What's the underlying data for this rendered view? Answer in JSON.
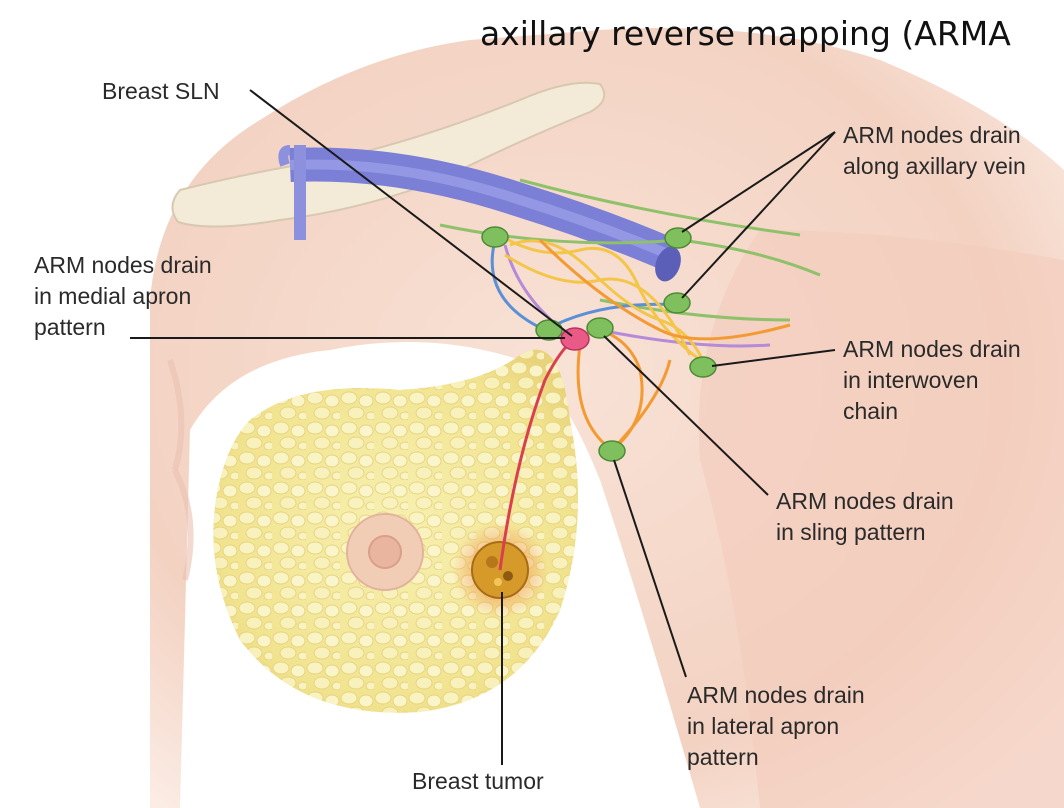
{
  "title": "axillary reverse mapping (ARMA",
  "labels": {
    "breast_sln": [
      "Breast SLN"
    ],
    "along_axillary_vein": [
      "ARM nodes drain",
      "along axillary vein"
    ],
    "medial_apron": [
      "ARM nodes drain",
      "in medial apron",
      "pattern"
    ],
    "interwoven_chain": [
      "ARM nodes drain",
      "in interwoven",
      "chain"
    ],
    "sling_pattern": [
      "ARM nodes drain",
      "in sling pattern"
    ],
    "lateral_apron": [
      "ARM nodes drain",
      "in lateral apron",
      "pattern"
    ],
    "breast_tumor": [
      "Breast tumor"
    ]
  },
  "colors": {
    "skin": "#f6dcd0",
    "breast_tissue": "#f3eba0",
    "vein": "#7b7fd6",
    "lymph_node": "#7fbf5e",
    "sentinel_node": "#ea5a86",
    "orange_vessel": "#f39a32",
    "yellow_vessel": "#f3c64a",
    "blue_vessel": "#5b8fd6",
    "purple_vessel": "#b58ad8",
    "green_vessel": "#8fc06a",
    "red_vessel": "#d8404f",
    "tumor": "#d69a2a",
    "leader_line": "#1a1a1a"
  }
}
